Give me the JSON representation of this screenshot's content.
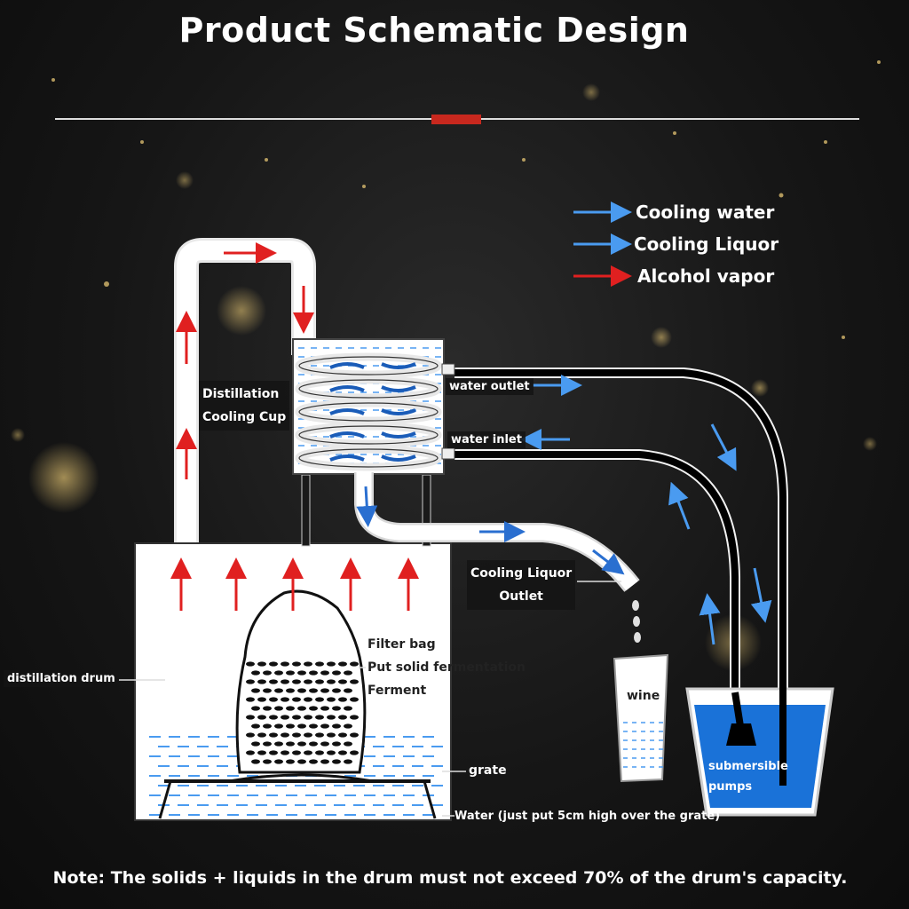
{
  "title": "Product Schematic Design",
  "legend": [
    {
      "label": "Cooling water",
      "color": "#4a9bf0"
    },
    {
      "label": "Cooling Liquor",
      "color": "#4a9bf0"
    },
    {
      "label": "Alcohol vapor",
      "color": "#e02020"
    }
  ],
  "labels": {
    "cooling_cup": [
      "Distillation",
      "Cooling Cup"
    ],
    "water_outlet": "water outlet",
    "water_inlet": "water inlet",
    "liquor_outlet": [
      "Cooling Liquor",
      "Outlet"
    ],
    "filter_bag": "Filter bag",
    "solid_fermentation": "Put solid fermentation",
    "ferment": "Ferment",
    "distillation_drum": "distillation drum",
    "grate": "grate",
    "water_note": "Water (just put 5cm high over the grate)",
    "wine": "wine",
    "pumps": [
      "submersible",
      "pumps"
    ]
  },
  "note": "Note: The solids + liquids in the drum must not exceed 70% of the drum's capacity.",
  "colors": {
    "vapor_arrow": "#e02020",
    "water_arrow": "#2a6fd0",
    "accent_bar": "#c8281e",
    "bucket_water": "#1a72d8"
  }
}
